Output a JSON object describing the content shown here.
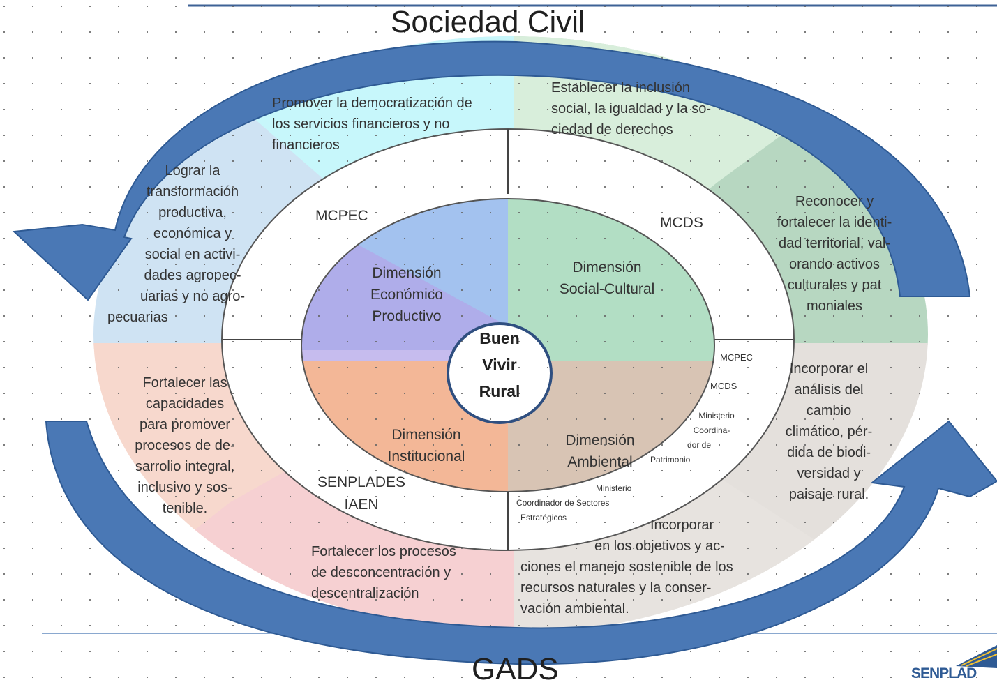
{
  "title_top": "Sociedad Civil",
  "title_bottom": "GADS",
  "center": [
    "Buen",
    "Vivir",
    "Rural"
  ],
  "colors": {
    "arrow": "#4a78b5",
    "arrow_dark": "#2e5a94",
    "cyan": "#c7f7fb",
    "green_light": "#d8eedb",
    "green_dark": "#b7d7c1",
    "blue_light": "#cfe3f3",
    "peach": "#f7d8cd",
    "pink": "#f6d0d2",
    "gray_light": "#e4e0dc",
    "inner_blue": "#a3c2ef",
    "inner_purple": "#b3a5e8",
    "inner_green": "#b2dec4",
    "inner_orange": "#f3b797",
    "inner_brown": "#d8c4b4"
  },
  "outer_segments": {
    "top_left": [
      "Promover la democratización de",
      "los servicios financieros y no",
      "financieros"
    ],
    "top_right": [
      "Establecer la inclusión",
      "social, la igualdad y la so-",
      "ciedad de derechos"
    ],
    "left_upper": [
      "Lograr la",
      "transformación",
      "productiva,",
      "económica y",
      "social en activi-",
      "dades agropec-",
      "uarias y no agro-",
      "pecuarias"
    ],
    "right_upper": [
      "Reconocer y",
      "fortalecer la identi-",
      "dad territorial, val-",
      "orando activos",
      "culturales y pat",
      "moniales"
    ],
    "left_lower": [
      "Fortalecer las",
      "capacidades",
      "para promover",
      "procesos de de-",
      "sarrolio integral,",
      "inclusivo y sos-",
      "tenible."
    ],
    "right_lower": [
      "Incorporar el",
      "análisis del",
      "cambio",
      "climático, pér-",
      "dida de biodi-",
      "versidad y",
      "paisaje rural."
    ],
    "bottom_left": [
      "Fortalecer los procesos",
      "de desconcentración y",
      "descentralización"
    ],
    "bottom_right": [
      "Incorporar",
      "en los objetivos y ac-",
      "ciones el manejo sostenible de los",
      "recursos naturales y la conser-",
      "vación ambiental."
    ]
  },
  "institutions": {
    "top_left": "MCPEC",
    "top_right": "MCDS",
    "bottom_left": [
      "SENPLADES",
      "IAEN"
    ],
    "right_list": [
      "MCPEC",
      "MCDS"
    ],
    "ministerio_patrimonio": [
      "Ministerio",
      "Coordina-",
      "dor de",
      "Patrimonio"
    ],
    "ministerio_sectores": [
      "Ministerio",
      "Coordinador de Sectores",
      "Estratégicos"
    ]
  },
  "dimensions": {
    "economic": [
      "Dimensión",
      "Económico",
      "Productivo"
    ],
    "social": [
      "Dimensión",
      "Social-Cultural"
    ],
    "institutional": [
      "Dimensión",
      "Institucional"
    ],
    "environmental": [
      "Dimensión",
      "Ambiental"
    ]
  },
  "logo": "SENPLAD"
}
